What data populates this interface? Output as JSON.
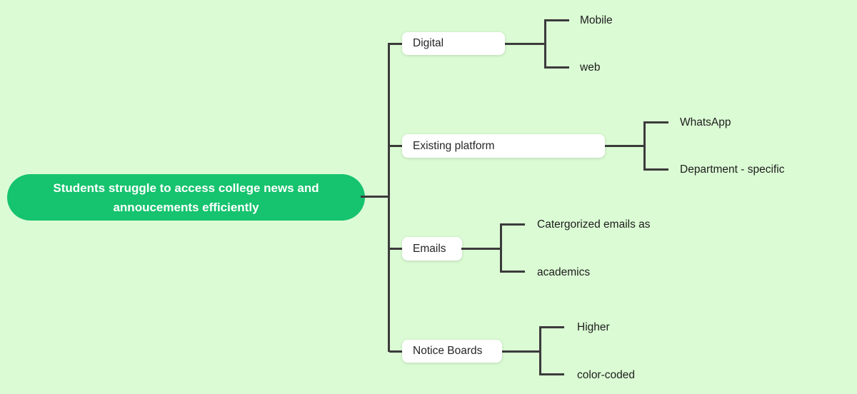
{
  "root": {
    "label": "Students struggle to access college news and annoucements efficiently"
  },
  "branches": [
    {
      "label": "Digital",
      "children": [
        "Mobile",
        "web"
      ]
    },
    {
      "label": "Existing platform",
      "children": [
        "WhatsApp",
        "Department - specific"
      ]
    },
    {
      "label": "Emails",
      "children": [
        "Catergorized emails as",
        "academics"
      ]
    },
    {
      "label": "Notice Boards",
      "children": [
        "Higher",
        "color-coded"
      ]
    }
  ],
  "colors": {
    "background": "#dbfbd4",
    "root_fill": "#16c36e",
    "root_text": "#ffffff",
    "branch_fill": "#ffffff",
    "branch_text": "#262626",
    "line": "#3b3b3b"
  }
}
